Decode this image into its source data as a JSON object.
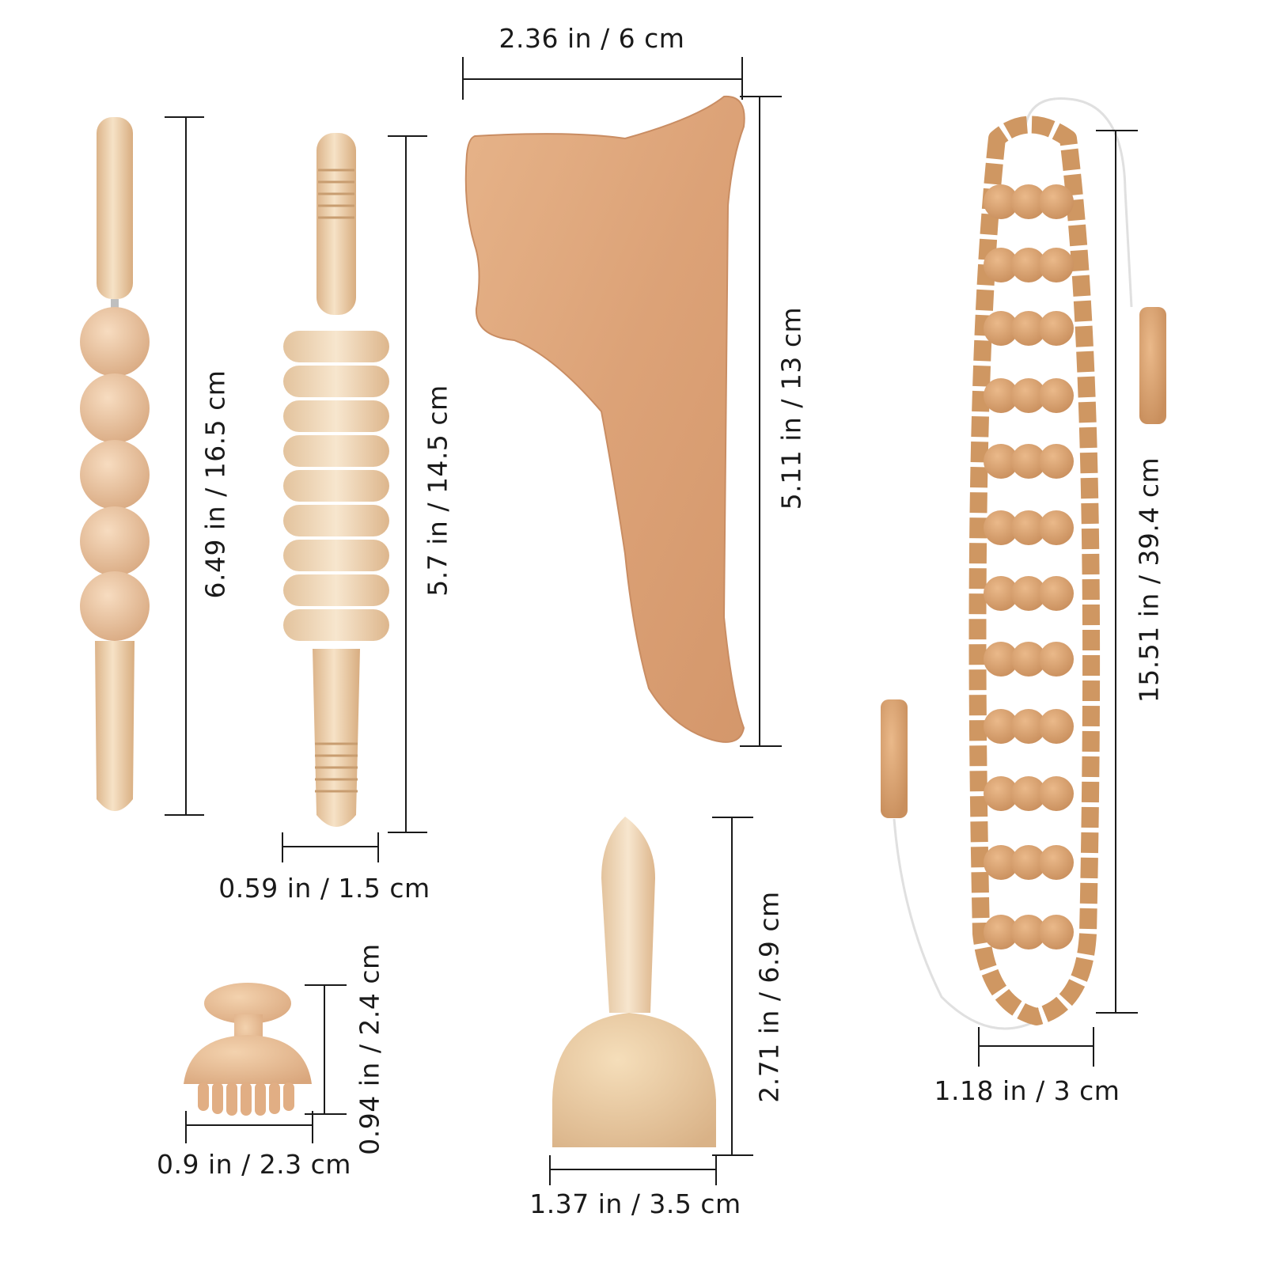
{
  "dimensions": {
    "roller_one_length": "6.49 in / 16.5 cm",
    "roller_two_length": "5.7 in / 14.5 cm",
    "roller_two_width": "0.59 in / 1.5 cm",
    "board_width": "2.36 in / 6 cm",
    "board_length": "5.11 in / 13 cm",
    "mushroom_height": "0.94 in / 2.4 cm",
    "mushroom_width": "0.9 in / 2.3 cm",
    "cup_height": "2.71 in / 6.9 cm",
    "cup_width": "1.37 in / 3.5 cm",
    "belt_length": "15.51 in / 39.4 cm",
    "belt_width": "1.18 in / 3 cm"
  },
  "colors": {
    "light_wood": "#e8c9a3",
    "pale_wood": "#f0d8b8",
    "beech": "#d9a077",
    "belt_bead": "#d9a06a",
    "line": "#1a1a1a"
  }
}
